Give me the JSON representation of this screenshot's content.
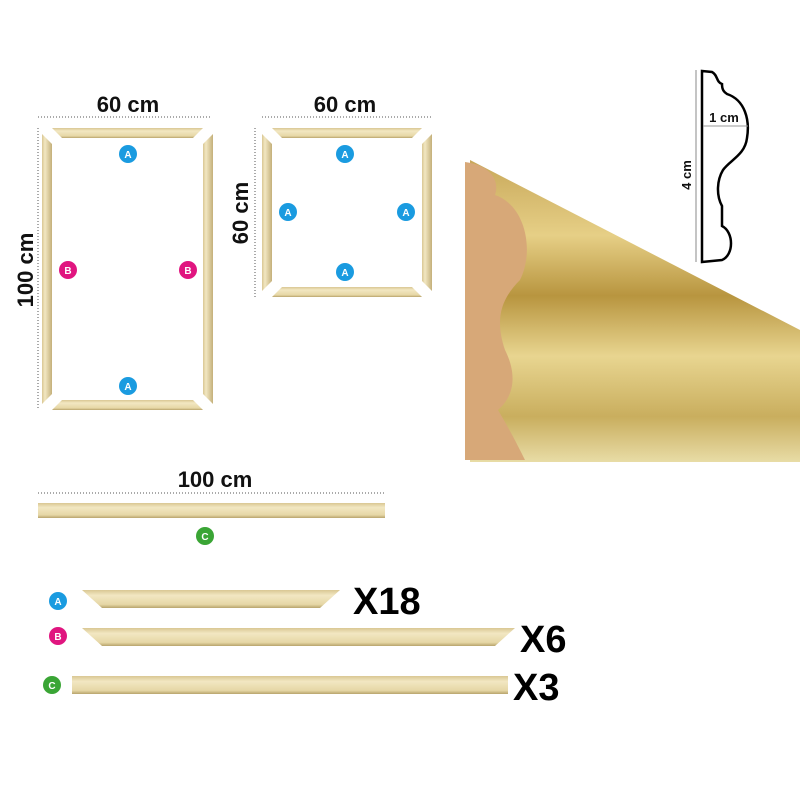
{
  "colors": {
    "badge_a": "#1a9be0",
    "badge_b": "#e0157f",
    "badge_c": "#3aa535",
    "wood_light": "#efe2b6",
    "wood_dark": "#c9b57e"
  },
  "frame_rect": {
    "width_label": "60 cm",
    "height_label": "100 cm",
    "badges": [
      "A",
      "B",
      "B",
      "A"
    ]
  },
  "frame_square": {
    "width_label": "60 cm",
    "height_label": "60 cm",
    "badges": [
      "A",
      "A",
      "A",
      "A"
    ]
  },
  "profile": {
    "depth_label": "1 cm",
    "height_label": "4 cm"
  },
  "straight_piece": {
    "length_label": "100 cm",
    "badge": "C"
  },
  "legend": [
    {
      "badge": "A",
      "quantity": "X18"
    },
    {
      "badge": "B",
      "quantity": "X6"
    },
    {
      "badge": "C",
      "quantity": "X3"
    }
  ]
}
